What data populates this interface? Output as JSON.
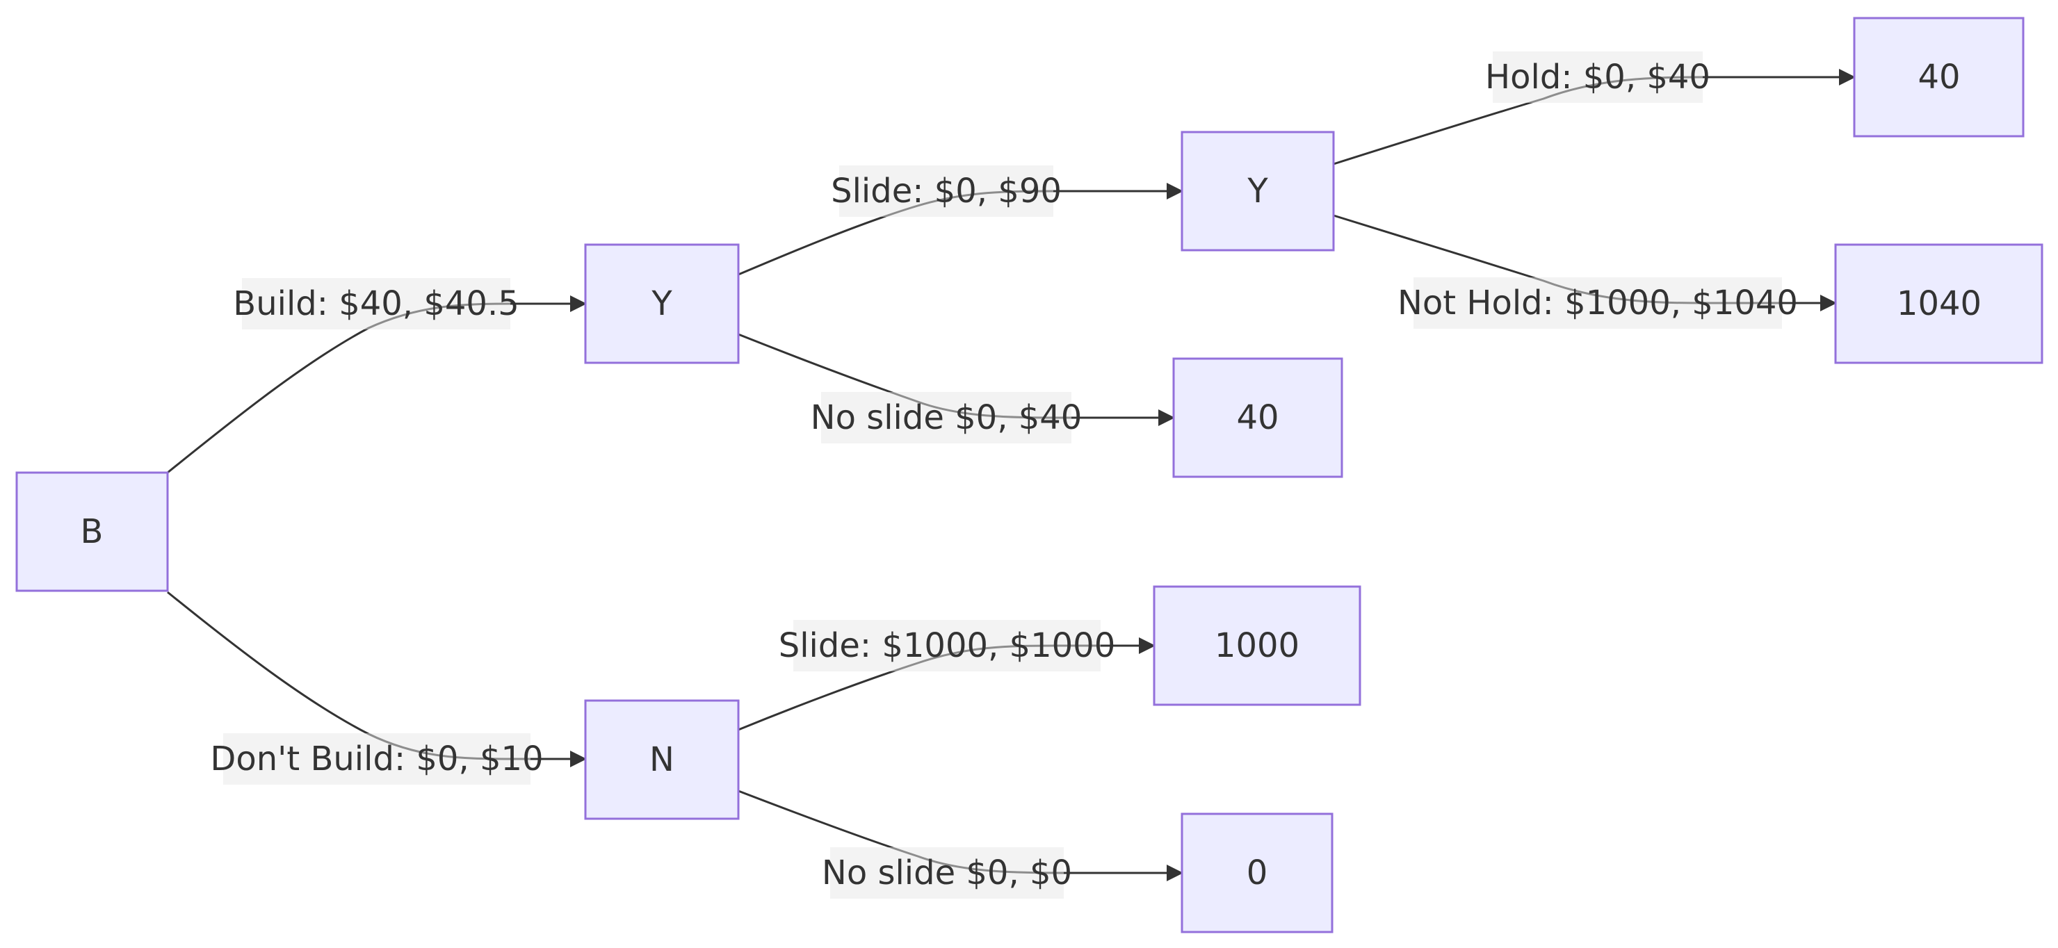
{
  "nodes": {
    "b": "B",
    "y1": "Y",
    "n1": "N",
    "y2": "Y",
    "leaf_nslide": "40",
    "leaf_hold": "40",
    "leaf_nothold": "1040",
    "leaf_slide_n": "1000",
    "leaf_noslide_n": "0"
  },
  "edges": {
    "build": "Build: $40, $40.5",
    "dont_build": "Don't Build: $0, $10",
    "slide_y": "Slide: $0, $90",
    "noslide_y": "No slide $0, $40",
    "hold": "Hold: $0, $40",
    "not_hold": "Not Hold: $1000, $1040",
    "slide_n": "Slide: $1000, $1000",
    "noslide_n": "No slide $0, $0"
  },
  "colors": {
    "node_fill": "#ECECFF",
    "node_stroke": "#9370DB",
    "edge": "#333333",
    "label_bg": "#E8E8E8"
  }
}
